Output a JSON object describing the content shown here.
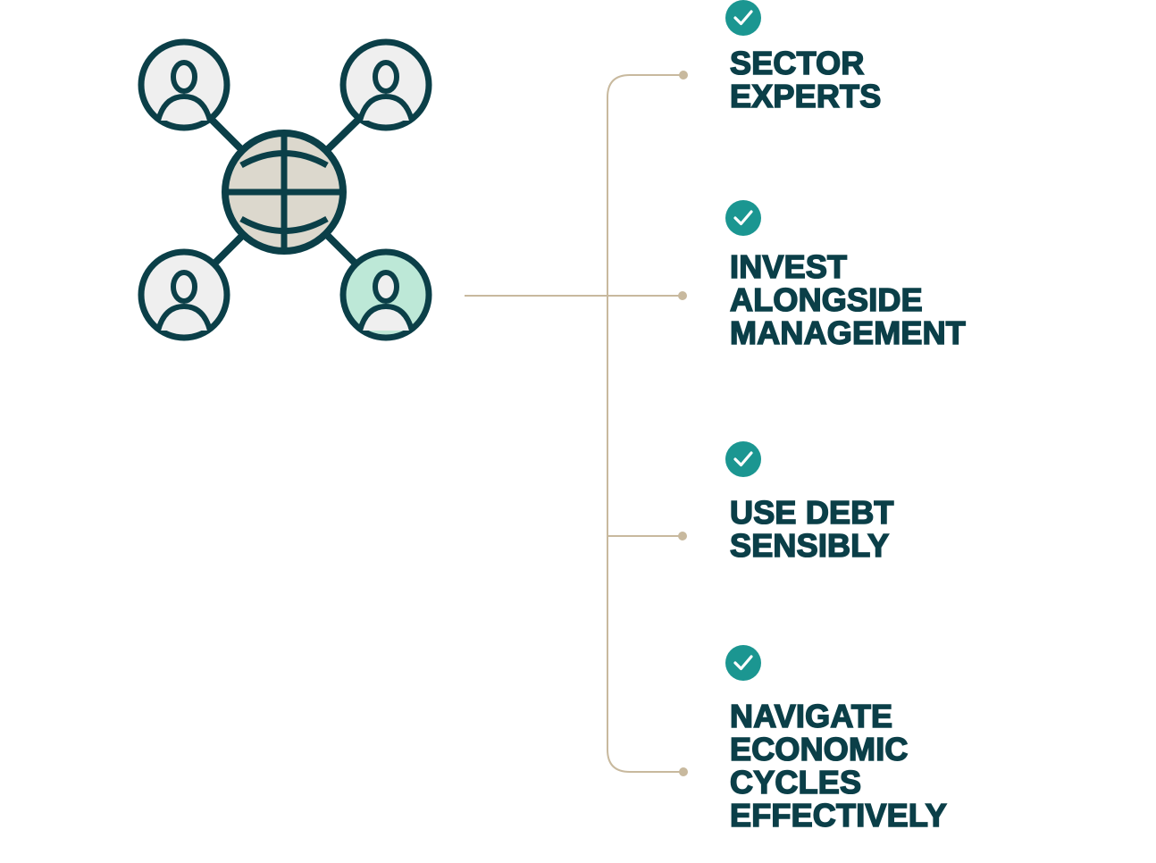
{
  "items": [
    {
      "label": "SECTOR\nEXPERTS"
    },
    {
      "label": "INVEST\nALONGSIDE\nMANAGEMENT"
    },
    {
      "label": "USE DEBT\nSENSIBLY"
    },
    {
      "label": "NAVIGATE\nECONOMIC\nCYCLES\nEFFECTIVELY"
    }
  ],
  "icons": {
    "network": "network-globe-people-icon",
    "person": "person-icon",
    "globe": "globe-icon",
    "check": "checkmark-icon"
  },
  "colors": {
    "dark_teal": "#0b3f48",
    "check_teal": "#1b9691",
    "connector_tan": "#c8b99e",
    "globe_fill": "#dcd8cd",
    "person_circle_fill": "#efefef",
    "highlight_person_fill": "#bde8d7"
  }
}
